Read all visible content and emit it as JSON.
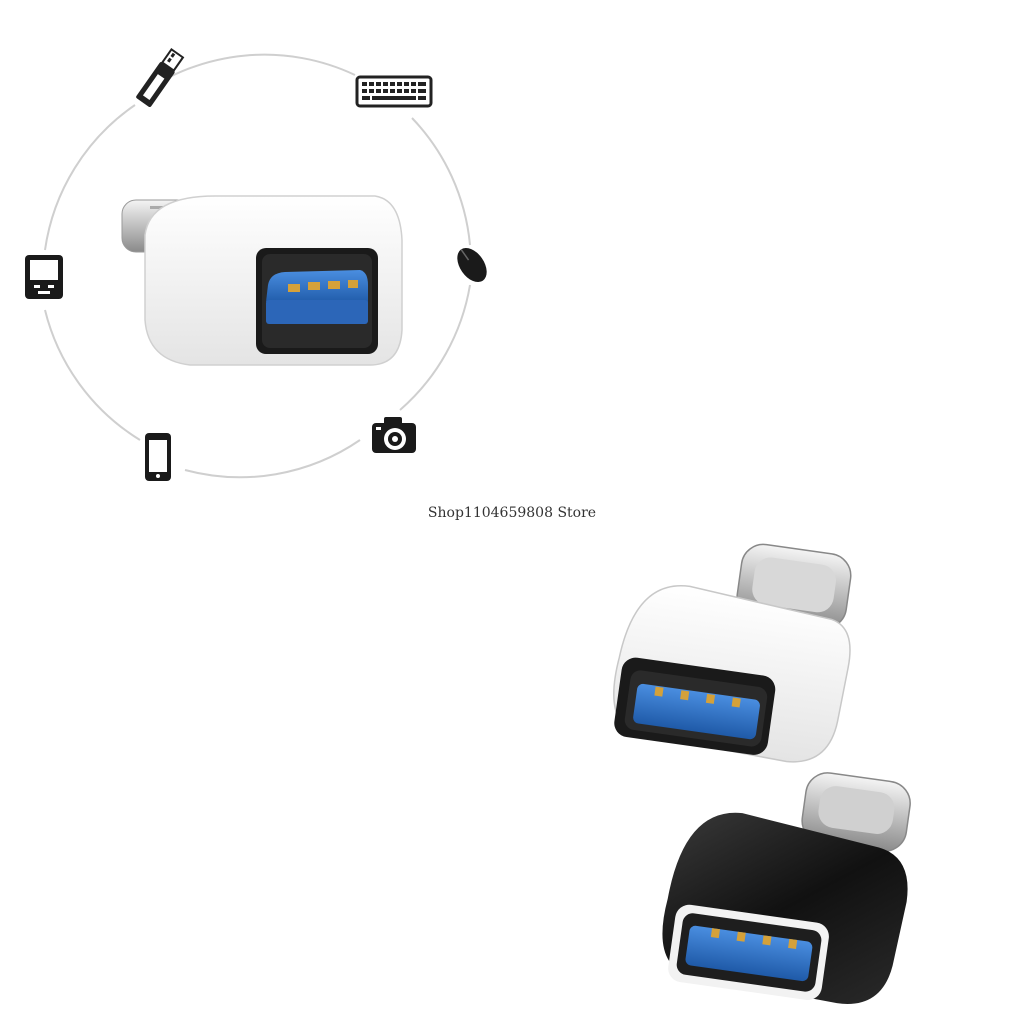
{
  "watermark": {
    "text": "Shop1104659808 Store"
  },
  "icons": [
    "usb-flash-drive-icon",
    "keyboard-icon",
    "mouse-icon",
    "camera-icon",
    "smartphone-icon",
    "mp3-player-icon"
  ],
  "adapters": [
    {
      "name": "white-usb-c-otg-adapter",
      "color": "white"
    },
    {
      "name": "black-usb-c-otg-adapter",
      "color": "black"
    }
  ],
  "colors": {
    "background": "#ffffff",
    "usb_blue": "#2f6fc4",
    "contact_gold": "#d4a13a",
    "adapter_black": "#1a1a1a"
  }
}
